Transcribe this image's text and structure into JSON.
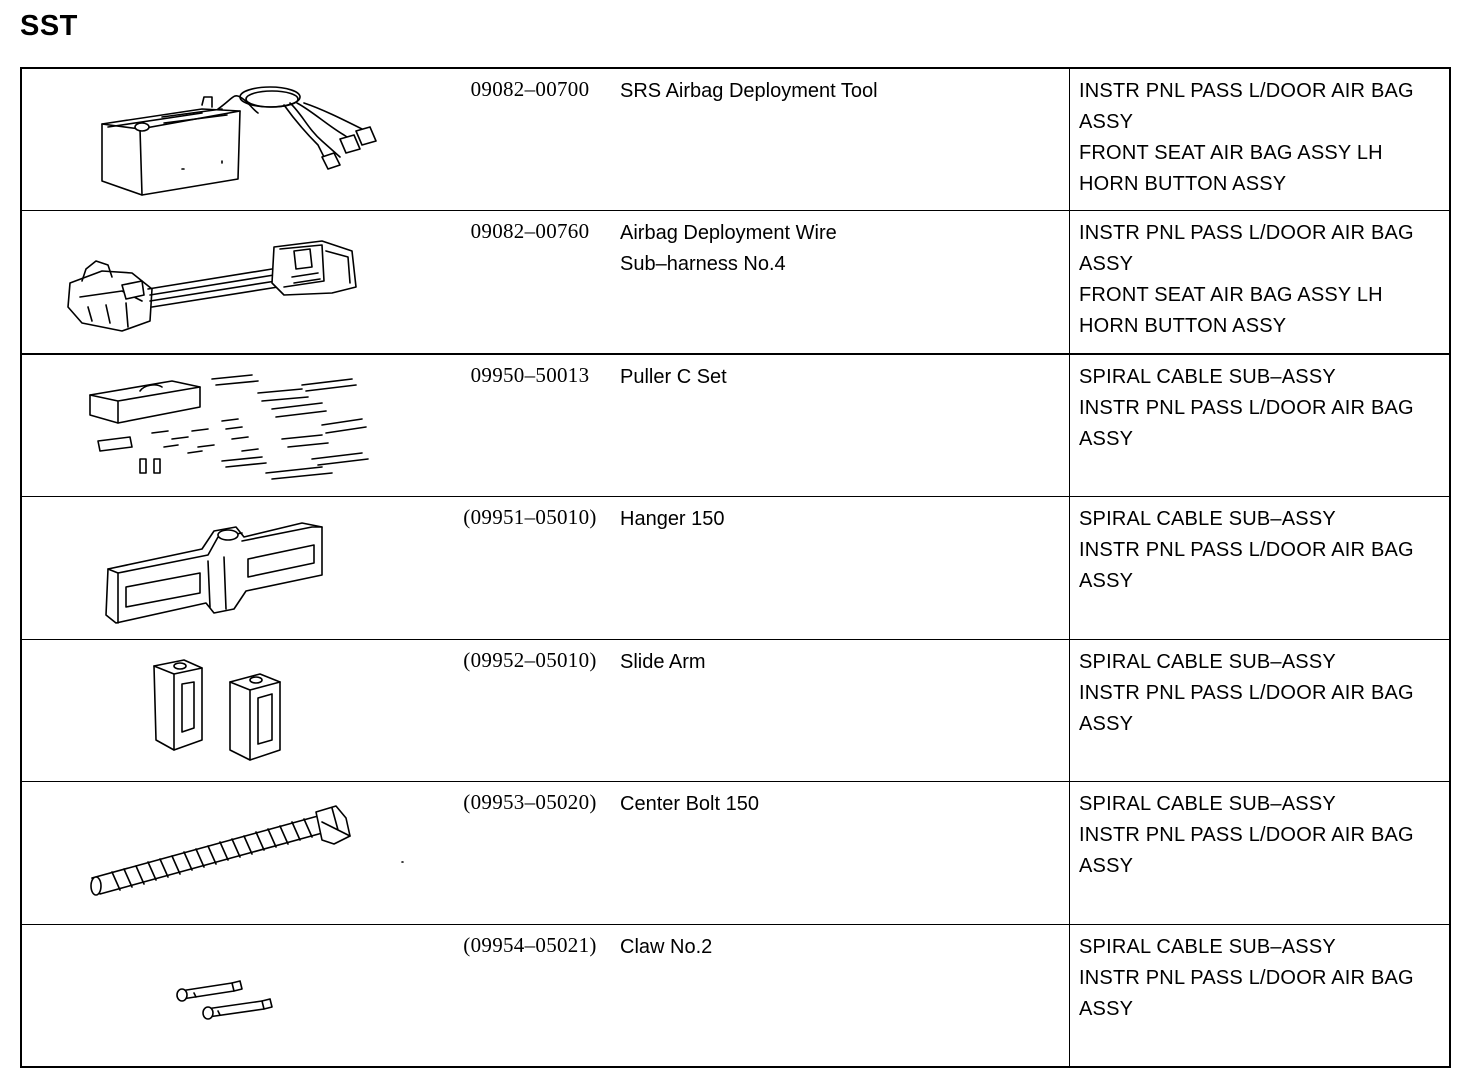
{
  "page": {
    "title": "SST"
  },
  "rows": [
    {
      "part_number": "09082–00700",
      "name": [
        "SRS Airbag Deployment Tool"
      ],
      "usage": [
        "INSTR PNL PASS L/DOOR AIR BAG",
        "ASSY",
        "FRONT SEAT AIR BAG ASSY LH",
        "HORN BUTTON ASSY"
      ],
      "illustration": "deployment-tool-illustration"
    },
    {
      "part_number": "09082–00760",
      "name": [
        "Airbag Deployment Wire",
        "Sub–harness No.4"
      ],
      "usage": [
        "INSTR PNL PASS L/DOOR AIR BAG",
        "ASSY",
        "FRONT SEAT AIR BAG ASSY LH",
        "HORN BUTTON ASSY"
      ],
      "illustration": "wire-subharness-illustration"
    },
    {
      "part_number": "09950–50013",
      "name": [
        "Puller C Set"
      ],
      "usage": [
        "SPIRAL CABLE SUB–ASSY",
        "INSTR PNL PASS L/DOOR AIR BAG",
        "ASSY"
      ],
      "illustration": "puller-set-illustration"
    },
    {
      "part_number": "(09951–05010)",
      "name": [
        "Hanger 150"
      ],
      "usage": [
        "SPIRAL CABLE SUB–ASSY",
        "INSTR PNL PASS L/DOOR AIR BAG",
        "ASSY"
      ],
      "illustration": "hanger-illustration"
    },
    {
      "part_number": "(09952–05010)",
      "name": [
        "Slide Arm"
      ],
      "usage": [
        "SPIRAL CABLE SUB–ASSY",
        "INSTR PNL PASS L/DOOR AIR BAG",
        "ASSY"
      ],
      "illustration": "slide-arm-illustration"
    },
    {
      "part_number": "(09953–05020)",
      "name": [
        "Center Bolt 150"
      ],
      "usage": [
        "SPIRAL CABLE SUB–ASSY",
        "INSTR PNL PASS L/DOOR AIR BAG",
        "ASSY"
      ],
      "illustration": "center-bolt-illustration"
    },
    {
      "part_number": "(09954–05021)",
      "name": [
        "Claw No.2"
      ],
      "usage": [
        "SPIRAL CABLE SUB–ASSY",
        "INSTR PNL PASS L/DOOR AIR BAG",
        "ASSY"
      ],
      "illustration": "claw-illustration"
    }
  ]
}
